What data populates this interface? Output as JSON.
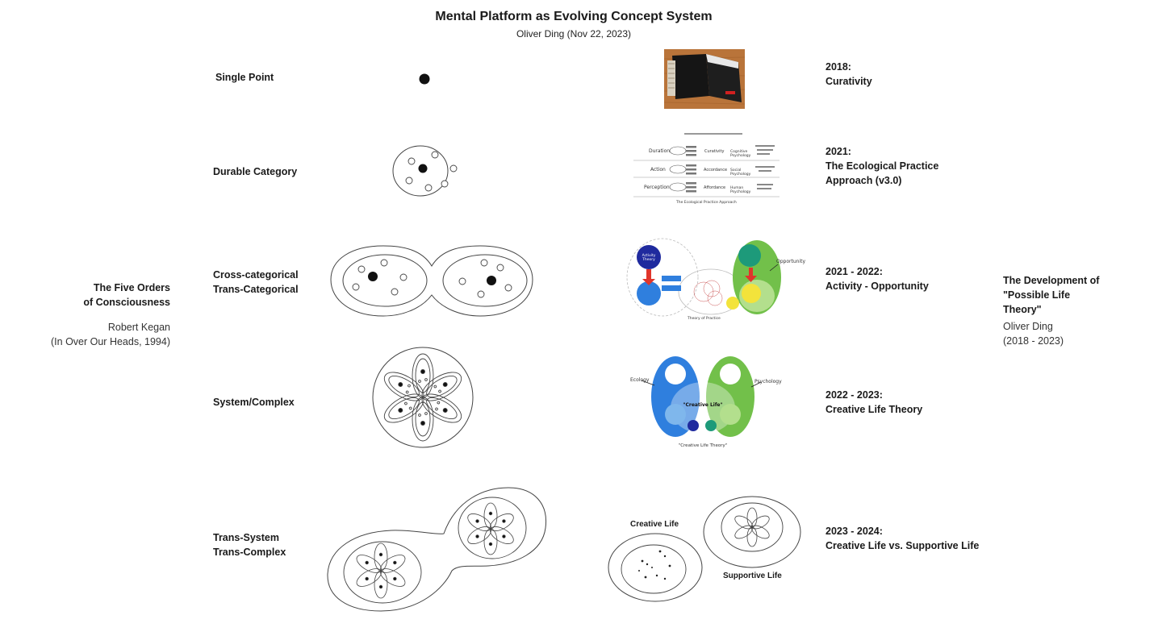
{
  "header": {
    "title": "Mental Platform as Evolving Concept System",
    "subtitle": "Oliver Ding (Nov 22, 2023)"
  },
  "left_panel": {
    "heading": "The Five Orders\nof Consciousness",
    "author": "Robert Kegan\n(In Over Our Heads, 1994)"
  },
  "right_panel": {
    "heading": "The Development of\n\"Possible Life\nTheory\"",
    "author": "Oliver Ding\n(2018 - 2023)"
  },
  "levels": [
    {
      "label": "Single Point"
    },
    {
      "label": "Durable Category"
    },
    {
      "label": "Cross-categorical\nTrans-Categorical"
    },
    {
      "label": "System/Complex"
    },
    {
      "label": "Trans-System\nTrans-Complex"
    }
  ],
  "stages": [
    {
      "label": "2018:\nCurativity"
    },
    {
      "label": "2021:\nThe Ecological Practice\nApproach (v3.0)"
    },
    {
      "label": "2021 - 2022:\nActivity - Opportunity"
    },
    {
      "label": "2022 - 2023:\nCreative Life Theory"
    },
    {
      "label": "2023 - 2024:\nCreative Life vs. Supportive Life"
    }
  ],
  "figures": {
    "eco_practice": {
      "rows": [
        "Duration",
        "Action",
        "Perception"
      ],
      "middle": [
        "Curativity",
        "Accordance",
        "Affordance"
      ],
      "right": [
        "Cognitive\nPsychology",
        "Social\nPsychology",
        "Human\nPsychology"
      ],
      "caption": "The Ecological Practice Approach"
    },
    "activity": {
      "left_top": "Activity\nTheory",
      "opportunity_label": "Opportunity",
      "bottom_caption": "Theory of Practice"
    },
    "creative_life": {
      "left_label": "Ecology",
      "right_label": "Psychology",
      "center_label": "\"Creative Life\"",
      "caption": "\"Creative Life Theory\""
    },
    "creative_vs_supportive": {
      "creative_label": "Creative Life",
      "supportive_label": "Supportive Life"
    }
  },
  "colors": {
    "blue": "#2f7fde",
    "light_blue": "#7fb7ec",
    "green": "#72c04a",
    "light_green": "#b3df8d",
    "navy": "#1f2a9e",
    "red": "#e0352b",
    "yellow": "#f3e33b",
    "teal": "#1d9a7a"
  }
}
